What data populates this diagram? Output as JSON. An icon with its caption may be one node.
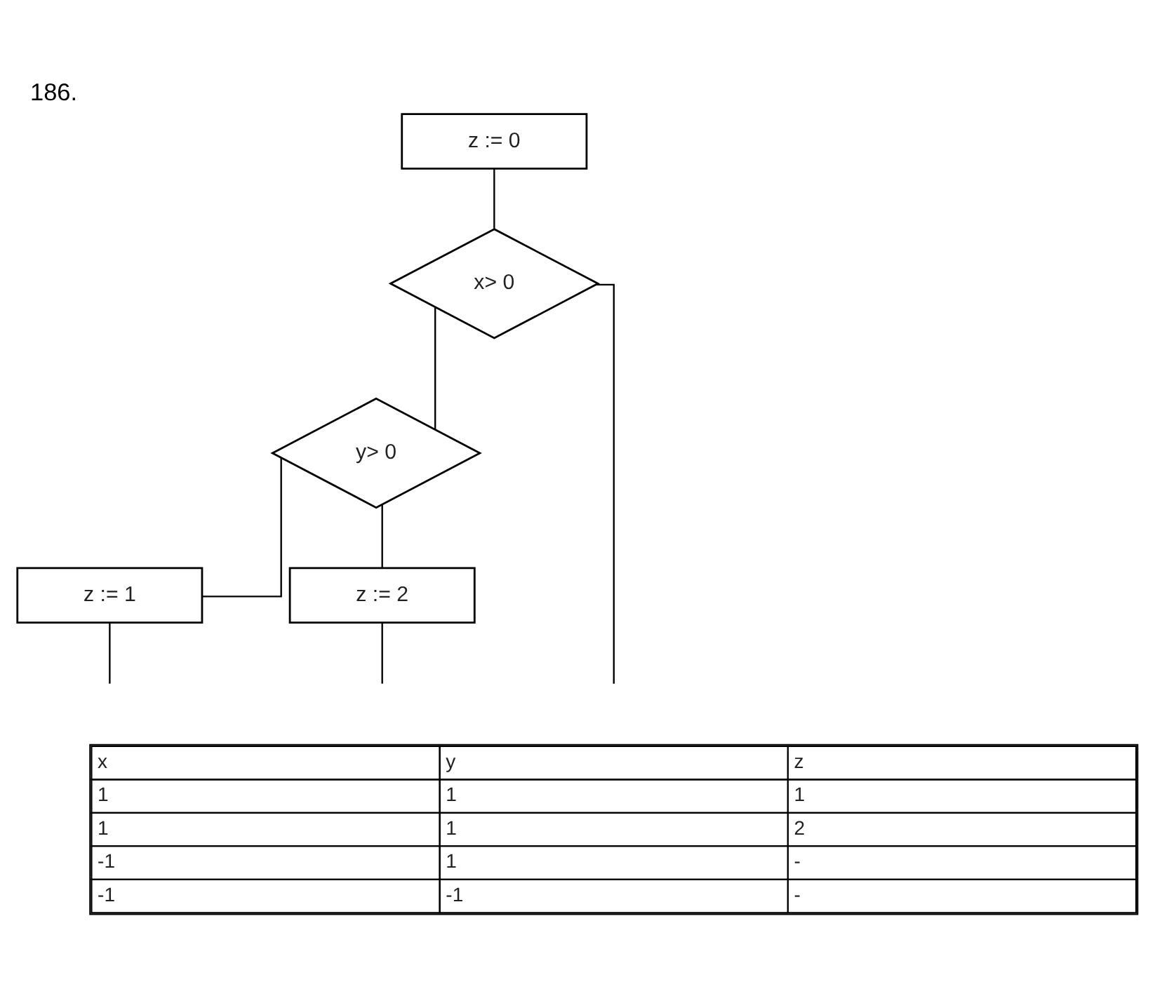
{
  "diagram": {
    "title": "186.",
    "nodes": [
      {
        "text": [
          "z := 0"
        ]
      },
      {
        "text": [
          "x> 0"
        ]
      },
      {
        "text": [
          "y> 0"
        ]
      },
      {
        "text": [
          "z := 2"
        ]
      },
      {
        "text": [
          "z := 1"
        ]
      }
    ],
    "edges": [
      {
        "from": 0,
        "to": 1,
        "arrow": "none"
      },
      {
        "from": 1,
        "to": 2,
        "arrow": "none"
      },
      {
        "from": 1,
        "to": null,
        "arrow": "none"
      },
      {
        "from": 2,
        "to": 4,
        "arrow": "none"
      },
      {
        "from": 2,
        "to": 3,
        "arrow": "none"
      },
      {
        "from": 4,
        "to": null,
        "arrow": "none"
      },
      {
        "from": 3,
        "to": null,
        "arrow": "none"
      }
    ],
    "labels": [
      "x",
      "y",
      "z",
      "1",
      "1",
      "1",
      "1",
      "1",
      "2",
      "-1",
      "1",
      "-",
      "-1",
      "-1",
      "-"
    ]
  }
}
